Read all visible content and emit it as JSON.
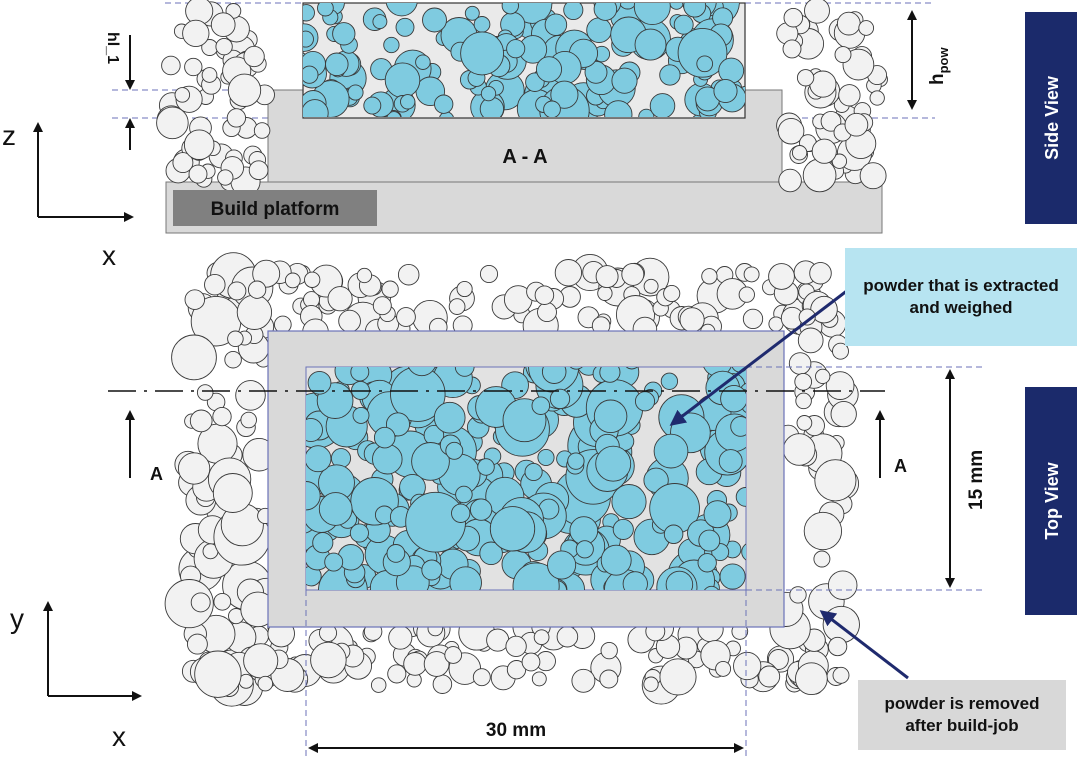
{
  "side_view": {
    "panel_label": "Side View",
    "section_label": "A - A",
    "build_platform_label": "Build platform",
    "h_pow_main": "h",
    "h_pow_sub": "pow",
    "h_l1_label": "hl_1",
    "axis_vertical": "z",
    "axis_horizontal": "x"
  },
  "top_view": {
    "panel_label": "Top View",
    "section_mark_left": "A",
    "section_mark_right": "A",
    "height_dimension": "15 mm",
    "width_dimension": "30 mm",
    "axis_vertical": "y",
    "axis_horizontal": "x"
  },
  "callouts": {
    "extracted": "powder that is extracted and weighed",
    "removed": "powder is removed after build-job"
  },
  "colors": {
    "powder_blue": "#7fcbe0",
    "loose_powder": "#f2f2f2",
    "part_gray": "#d9d9d9",
    "platform_label_bg": "#808080",
    "panel_navy": "#1b2a6b",
    "callout_light_blue": "#b7e4f1",
    "callout_gray": "#d8d8d8",
    "arrow_navy": "#1f2a6e"
  }
}
